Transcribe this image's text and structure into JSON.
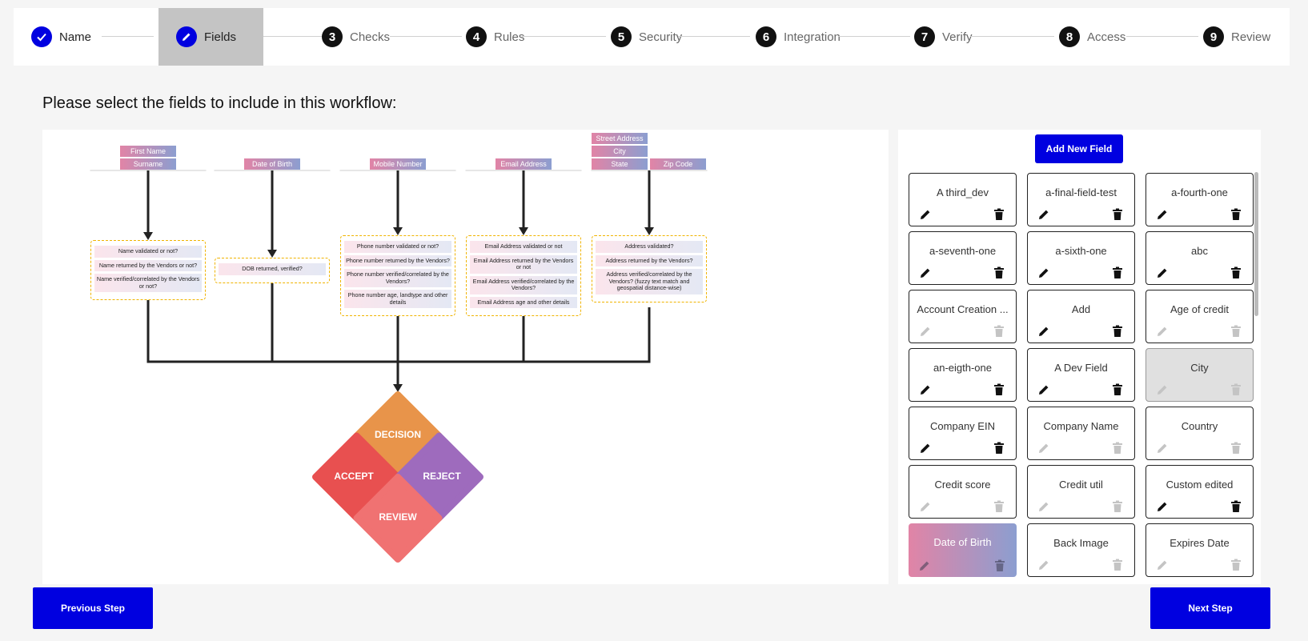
{
  "stepper": [
    {
      "num": "",
      "label": "Name",
      "state": "done"
    },
    {
      "num": "",
      "label": "Fields",
      "state": "active"
    },
    {
      "num": "3",
      "label": "Checks",
      "state": "todo"
    },
    {
      "num": "4",
      "label": "Rules",
      "state": "todo"
    },
    {
      "num": "5",
      "label": "Security",
      "state": "todo"
    },
    {
      "num": "6",
      "label": "Integration",
      "state": "todo"
    },
    {
      "num": "7",
      "label": "Verify",
      "state": "todo"
    },
    {
      "num": "8",
      "label": "Access",
      "state": "todo"
    },
    {
      "num": "9",
      "label": "Review",
      "state": "todo"
    }
  ],
  "heading": "Please select the fields to include in this workflow:",
  "diagram": {
    "groups": [
      {
        "tags": [
          "First Name",
          "Surname"
        ],
        "checks": [
          "Name validated or not?",
          "Name returned by the Vendors or not?",
          "Name verified/correlated by the Vendors or not?"
        ]
      },
      {
        "tags": [
          "Date of Birth"
        ],
        "checks": [
          "DOB returned, verified?"
        ]
      },
      {
        "tags": [
          "Mobile Number"
        ],
        "checks": [
          "Phone number validated or not?",
          "Phone number returned by the Vendors?",
          "Phone number verified/correlated by the Vendors?",
          "Phone number age, landtype and other details"
        ]
      },
      {
        "tags": [
          "Email Address"
        ],
        "checks": [
          "Email Address validated or not",
          "Email Address returned by the Vendors or not",
          "Email Address verified/correlated by the Vendors?",
          "Email Address age and other details"
        ]
      },
      {
        "tags": [
          "Street Address",
          "City",
          "State",
          "Zip Code"
        ],
        "checks": [
          "Address validated?",
          "Address returned by the Vendors?",
          "Address verified/correlated by the Vendors? (fuzzy text match and geospatial distance-wise)"
        ]
      }
    ],
    "decision": {
      "top": "DECISION",
      "left": "ACCEPT",
      "right": "REJECT",
      "bottom": "REVIEW"
    },
    "colors": {
      "decision": "#e8944a",
      "accept": "#e85050",
      "reject": "#9e6bbd",
      "review": "#f07272"
    }
  },
  "fields_panel": {
    "add_label": "Add New Field",
    "fields": [
      {
        "name": "A third_dev",
        "state": "enabled"
      },
      {
        "name": "a-final-field-test",
        "state": "enabled"
      },
      {
        "name": "a-fourth-one",
        "state": "enabled"
      },
      {
        "name": "a-seventh-one",
        "state": "enabled"
      },
      {
        "name": "a-sixth-one",
        "state": "enabled"
      },
      {
        "name": "abc",
        "state": "enabled"
      },
      {
        "name": "Account Creation ...",
        "state": "disabled"
      },
      {
        "name": "Add",
        "state": "enabled"
      },
      {
        "name": "Age of credit",
        "state": "disabled"
      },
      {
        "name": "an-eigth-one",
        "state": "enabled"
      },
      {
        "name": "A Dev Field",
        "state": "enabled"
      },
      {
        "name": "City",
        "state": "selected-grey"
      },
      {
        "name": "Company EIN",
        "state": "enabled"
      },
      {
        "name": "Company Name",
        "state": "disabled"
      },
      {
        "name": "Country",
        "state": "disabled"
      },
      {
        "name": "Credit score",
        "state": "disabled"
      },
      {
        "name": "Credit util",
        "state": "disabled"
      },
      {
        "name": "Custom edited",
        "state": "enabled"
      },
      {
        "name": "Date of Birth",
        "state": "selected-gradient"
      },
      {
        "name": "Back Image",
        "state": "disabled"
      },
      {
        "name": "Expires Date",
        "state": "disabled"
      }
    ]
  },
  "nav": {
    "prev": "Previous Step",
    "next": "Next Step"
  },
  "colors": {
    "primary": "#0000e0",
    "tag_start": "#e184a6",
    "tag_end": "#8c9ed0",
    "border_dashed": "#f0b400"
  }
}
